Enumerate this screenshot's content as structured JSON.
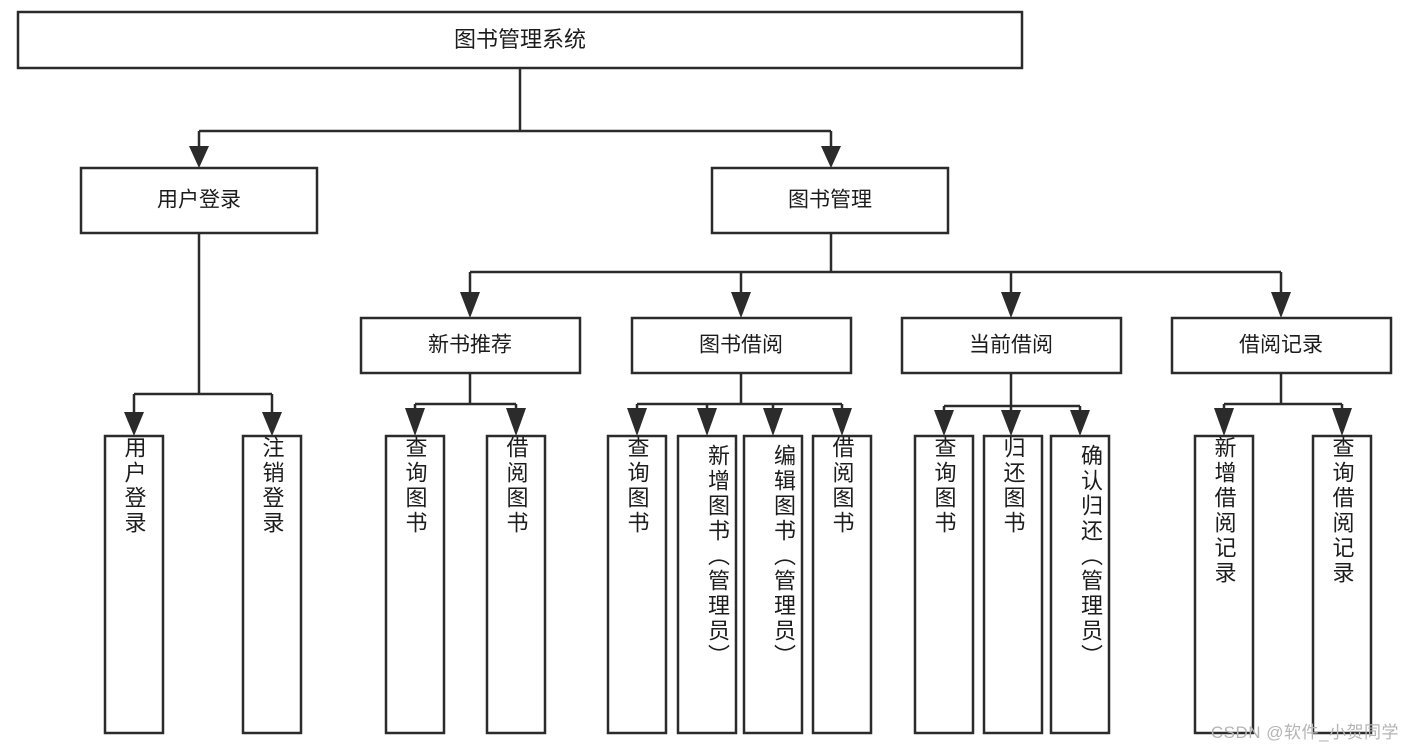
{
  "diagram": {
    "type": "hierarchy-tree",
    "title": "图书管理系统",
    "watermark": "CSDN @软件_小贺同学",
    "colors": {
      "stroke": "#2b2b2b",
      "fill": "#ffffff",
      "text": "#1c1c1c",
      "watermark": "#b4b4b4"
    },
    "root": {
      "label": "图书管理系统"
    },
    "level2": [
      {
        "label": "用户登录"
      },
      {
        "label": "图书管理"
      }
    ],
    "level3": [
      {
        "label": "新书推荐"
      },
      {
        "label": "图书借阅"
      },
      {
        "label": "当前借阅"
      },
      {
        "label": "借阅记录"
      }
    ],
    "leaves": {
      "user_login": [
        {
          "label": "用户登录",
          "align": "center"
        },
        {
          "label": "注销登录",
          "align": "center"
        }
      ],
      "new_book_recommend": [
        {
          "label": "查询图书",
          "align": "center"
        },
        {
          "label": "借阅图书",
          "align": "center"
        }
      ],
      "book_borrow": [
        {
          "label": "查询图书",
          "align": "center"
        },
        {
          "label": "新增图书（管理员）",
          "align": "top"
        },
        {
          "label": "编辑图书（管理员）",
          "align": "top"
        },
        {
          "label": "借阅图书",
          "align": "center"
        }
      ],
      "current_borrow": [
        {
          "label": "查询图书",
          "align": "center"
        },
        {
          "label": "归还图书",
          "align": "center"
        },
        {
          "label": "确认归还（管理员）",
          "align": "top"
        }
      ],
      "borrow_record": [
        {
          "label": "新增借阅记录",
          "align": "center"
        },
        {
          "label": "查询借阅记录",
          "align": "center"
        }
      ]
    }
  }
}
